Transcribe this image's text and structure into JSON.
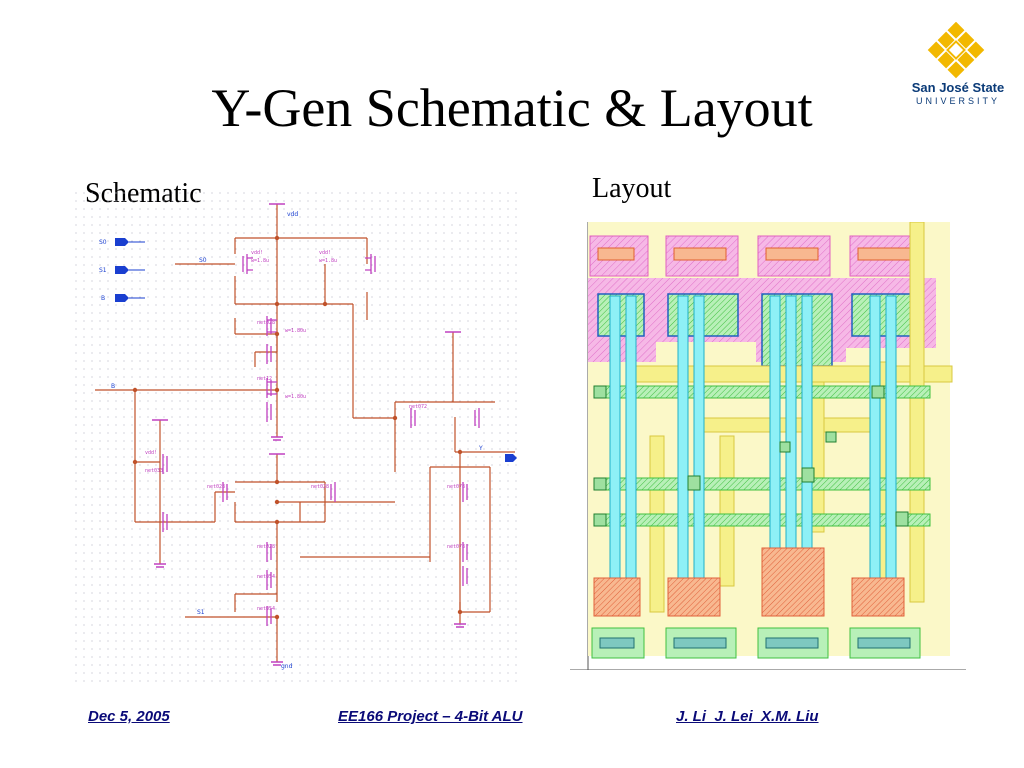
{
  "slide": {
    "title": "Y-Gen Schematic & Layout",
    "schematic_label": "Schematic",
    "layout_label": "Layout"
  },
  "logo": {
    "line1": "San José State",
    "line2": "UNIVERSITY",
    "color": "#f2b800"
  },
  "schematic": {
    "pins": [
      "S0",
      "S1",
      "B"
    ],
    "nets": [
      "S0",
      "B",
      "S1",
      "Y"
    ],
    "supply": [
      "vdd",
      "gnd"
    ],
    "wire_color": "#c0522a",
    "device_color": "#c040c0"
  },
  "footer": {
    "date": "Dec 5, 2005",
    "project": "EE166 Project – 4-Bit ALU",
    "authors": "J. Li  J. Lei  X.M. Liu"
  }
}
